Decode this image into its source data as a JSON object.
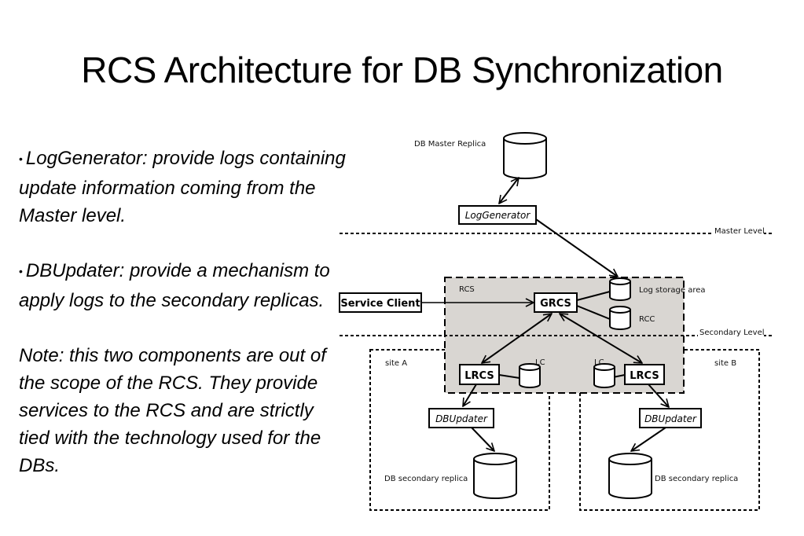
{
  "title": "RCS Architecture for DB Synchronization",
  "text": {
    "bullet1": "LogGenerator: provide logs containing update information coming from the Master level.",
    "bullet2": "DBUpdater: provide a mechanism to apply logs to the secondary replicas.",
    "note": "Note: this two components are out of the scope of the RCS. They provide services to the RCS and are strictly tied with the technology used for the DBs.",
    "bullet_glyph": "•"
  },
  "diagram": {
    "db_master_label": "DB Master Replica",
    "log_generator": "LogGenerator",
    "master_level": "Master Level",
    "secondary_level": "Secondary Level",
    "rcs_label": "RCS",
    "service_client": "Service Client",
    "grcs": "GRCS",
    "log_storage_label": "Log storage area",
    "rcc_label": "RCC",
    "site_a": "site A",
    "site_b": "site B",
    "lc_a": "LC",
    "lc_b": "LC",
    "lrcs_a": "LRCS",
    "lrcs_b": "LRCS",
    "dbupdater_a": "DBUpdater",
    "dbupdater_b": "DBUpdater",
    "db_secondary_a": "DB secondary replica",
    "db_secondary_b": "DB secondary replica",
    "rcs_area_color": "#d9d6d2"
  }
}
